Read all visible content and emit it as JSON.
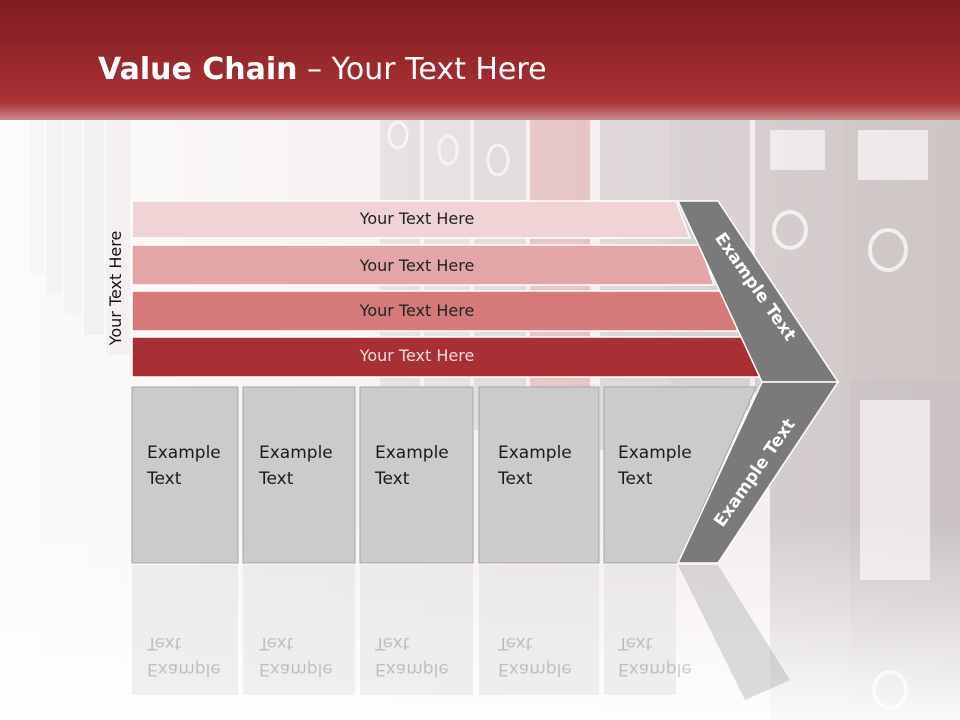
{
  "title": {
    "bold": "Value Chain",
    "rest": " – Your Text Here"
  },
  "side_label": "Your Text Here",
  "bars": [
    {
      "label": "Your Text Here",
      "fill": "#f0d3d4"
    },
    {
      "label": "Your Text Here",
      "fill": "#e4a5a7"
    },
    {
      "label": "Your Text Here",
      "fill": "#d47a7b"
    },
    {
      "label": "Your Text Here",
      "fill": "#a83034"
    }
  ],
  "columns": [
    {
      "label": "Example\nText"
    },
    {
      "label": "Example\nText"
    },
    {
      "label": "Example\nText"
    },
    {
      "label": "Example\nText"
    },
    {
      "label": "Example\nText"
    }
  ],
  "chevrons": {
    "top": "Example Text",
    "bottom": "Example Text"
  },
  "colors": {
    "header": "#a52a2e",
    "chevron": "#7a7a7a",
    "column": "#cbcbcb"
  }
}
